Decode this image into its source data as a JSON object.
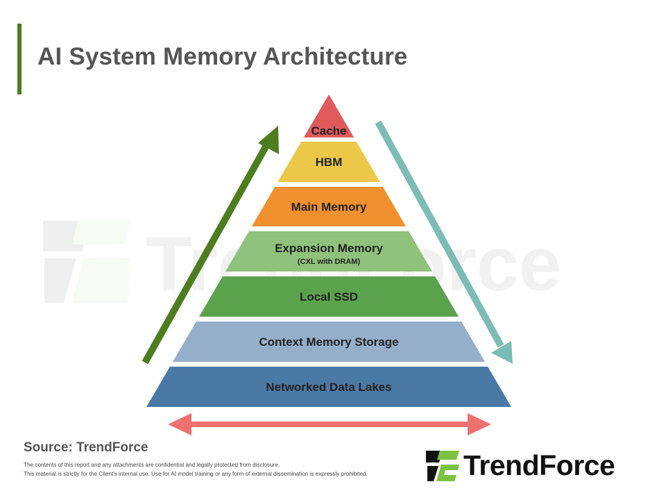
{
  "title": "AI System Memory Architecture",
  "pyramid": {
    "tiers": [
      {
        "label": "Cache",
        "sublabel": "",
        "color": "#e05a5b"
      },
      {
        "label": "HBM",
        "sublabel": "",
        "color": "#ecc848"
      },
      {
        "label": "Main Memory",
        "sublabel": "",
        "color": "#f0902f"
      },
      {
        "label": "Expansion Memory",
        "sublabel": "(CXL with DRAM)",
        "color": "#8fc27d"
      },
      {
        "label": "Local SSD",
        "sublabel": "",
        "color": "#5ba24d"
      },
      {
        "label": "Context Memory Storage",
        "sublabel": "",
        "color": "#95afcb"
      },
      {
        "label": "Networked Data Lakes",
        "sublabel": "",
        "color": "#4b79a6"
      }
    ],
    "arrows": {
      "up_color": "#4e7d1f",
      "down_color": "#7bbcb6",
      "horizontal_color": "#ee7170"
    }
  },
  "watermark": {
    "text": "TrendForce"
  },
  "source": "Source: TrendForce",
  "disclaimer": [
    "The contents of this report and any attachments are confidential and legally protected from disclosure.",
    "This material is strictly for the Client's internal use. Use for AI model training or any form of external dissemination is expressly prohibited."
  ],
  "logo": {
    "text": "TrendForce",
    "green": "#7cc242",
    "black": "#111111"
  }
}
